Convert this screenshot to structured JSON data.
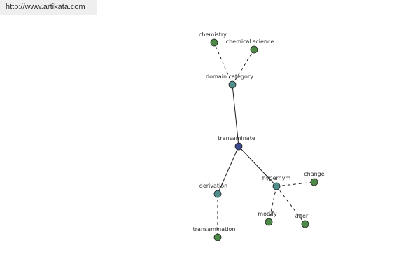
{
  "banner": {
    "url": "http://www.artikata.com"
  },
  "graph": {
    "colors": {
      "center": "#3b4a8e",
      "relation": "#4f8f8c",
      "leaf": "#4e8a47",
      "edge": "#1a1a1a"
    },
    "nodes": [
      {
        "id": "transaminate",
        "label": "transaminate",
        "kind": "center"
      },
      {
        "id": "domain_category",
        "label": "domain category",
        "kind": "relation"
      },
      {
        "id": "derivation",
        "label": "derivation",
        "kind": "relation"
      },
      {
        "id": "hypernym",
        "label": "hypernym",
        "kind": "relation"
      },
      {
        "id": "chemistry",
        "label": "chemistry",
        "kind": "leaf"
      },
      {
        "id": "chemical_science",
        "label": "chemical science",
        "kind": "leaf"
      },
      {
        "id": "transamination",
        "label": "transamination",
        "kind": "leaf"
      },
      {
        "id": "change",
        "label": "change",
        "kind": "leaf"
      },
      {
        "id": "modify",
        "label": "modify",
        "kind": "leaf"
      },
      {
        "id": "alter",
        "label": "alter",
        "kind": "leaf"
      }
    ],
    "edges": [
      {
        "from": "transaminate",
        "to": "domain_category",
        "style": "solid"
      },
      {
        "from": "transaminate",
        "to": "derivation",
        "style": "solid"
      },
      {
        "from": "transaminate",
        "to": "hypernym",
        "style": "solid"
      },
      {
        "from": "domain_category",
        "to": "chemistry",
        "style": "dashed"
      },
      {
        "from": "domain_category",
        "to": "chemical_science",
        "style": "dashed"
      },
      {
        "from": "derivation",
        "to": "transamination",
        "style": "dashed"
      },
      {
        "from": "hypernym",
        "to": "change",
        "style": "dashed"
      },
      {
        "from": "hypernym",
        "to": "modify",
        "style": "dashed"
      },
      {
        "from": "hypernym",
        "to": "alter",
        "style": "dashed"
      }
    ]
  }
}
